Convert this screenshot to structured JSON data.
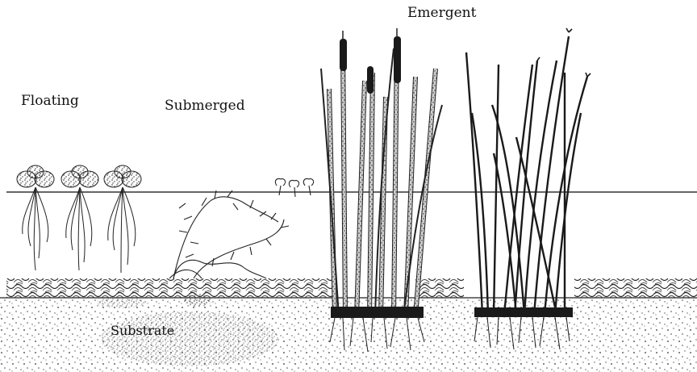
{
  "labels": {
    "emergent": "Emergent",
    "floating": "Floating",
    "submerged": "Submerged",
    "substrate": "Substrate"
  },
  "colors": {
    "ink": "#111111",
    "background": "#ffffff"
  }
}
